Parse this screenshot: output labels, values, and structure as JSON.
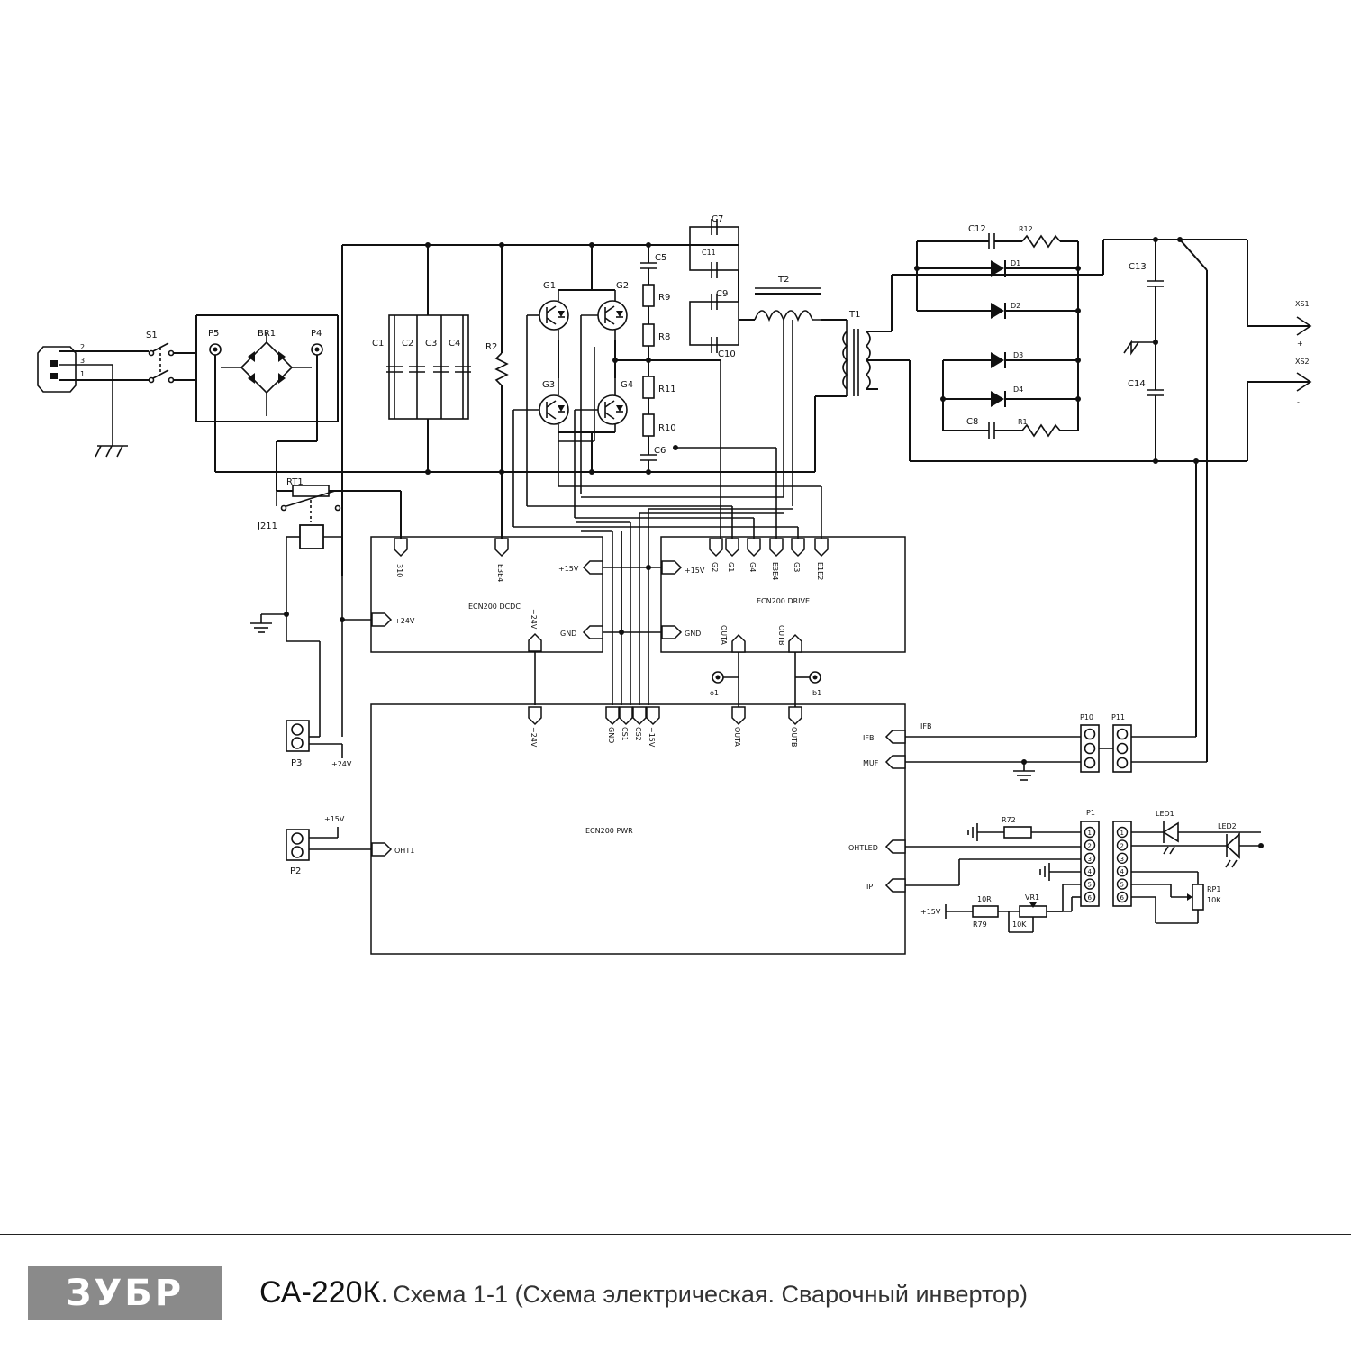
{
  "labels": {
    "s1": "S1",
    "p5": "P5",
    "br1": "BR1",
    "p4": "P4",
    "pin2": "2",
    "pin3": "3",
    "pin1": "1",
    "c1": "C1",
    "c2": "C2",
    "c3": "C3",
    "c4": "C4",
    "r2": "R2",
    "g1": "G1",
    "g2": "G2",
    "g3": "G3",
    "g4": "G4",
    "c5": "C5",
    "r9": "R9",
    "r8": "R8",
    "r11": "R11",
    "r10": "R10",
    "c6": "C6",
    "c7": "C7",
    "c11": "C11",
    "c9": "C9",
    "c10": "C10",
    "t2": "T2",
    "t1": "T1",
    "c12": "C12",
    "r12": "R12",
    "d1": "D1",
    "d2": "D2",
    "d3": "D3",
    "d4": "D4",
    "c8": "C8",
    "r1": "R1",
    "c13": "C13",
    "c14": "C14",
    "xs1": "XS1",
    "plus": "+",
    "xs2": "XS2",
    "minus": "-",
    "rt1": "RT1",
    "j211": "J211",
    "p3": "P3",
    "p3_24v": "+24V",
    "p2": "P2",
    "p2_15v": "+15V",
    "dcdc_310": "310",
    "dcdc_e3e4": "E3E4",
    "dcdc_15v": "+15V",
    "dcdc_gnd": "GND",
    "dcdc_24v_in": "+24V",
    "dcdc_24v_out": "+24V",
    "dcdc_title": "ECN200 DCDC",
    "drv_15v": "+15V",
    "drv_gnd": "GND",
    "drv_g2": "G2",
    "drv_g1": "G1",
    "drv_g4": "G4",
    "drv_e3e4": "E3E4",
    "drv_g3": "G3",
    "drv_e1e2": "E1E2",
    "drv_title": "ECN200 DRIVE",
    "drv_outa": "OUTA",
    "drv_outb": "OUTB",
    "o1": "o1",
    "b1": "b1",
    "pwr_24v": "+24V",
    "pwr_gnd": "GND",
    "pwr_cs1": "CS1",
    "pwr_cs2": "CS2",
    "pwr_15v": "+15V",
    "pwr_outa": "OUTA",
    "pwr_outb": "OUTB",
    "pwr_title": "ECN200 PWR",
    "pwr_ifb": "IFB",
    "pwr_muf": "MUF",
    "pwr_ohtled": "OHTLED",
    "pwr_ip": "IP",
    "pwr_oht1": "OHT1",
    "ifb_line": "IFB",
    "p10": "P10",
    "p11": "P11",
    "p1": "P1",
    "r72": "R72",
    "led1": "LED1",
    "led2": "LED2",
    "v15": "+15V",
    "r79_val": "10R",
    "r79": "R79",
    "vr1": "VR1",
    "vr1_val": "10K",
    "rp1": "RP1",
    "rp1_val": "10K"
  },
  "pins": [
    "1",
    "2",
    "3",
    "4",
    "5",
    "6"
  ],
  "footer": {
    "logo": "ЗУБР",
    "model": "СА-220К.",
    "description": "Схема 1-1 (Схема электрическая. Сварочный инвертор)"
  }
}
